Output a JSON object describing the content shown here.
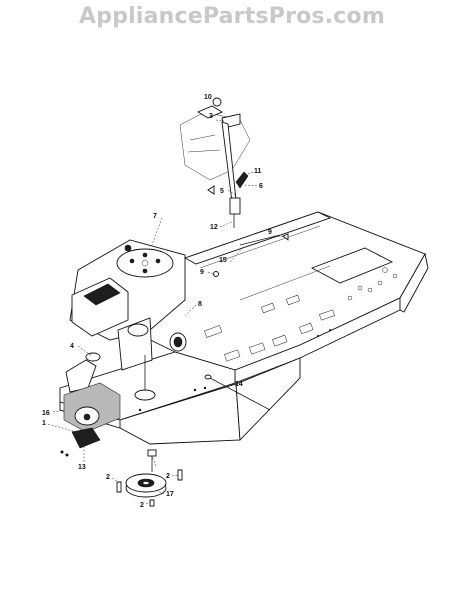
{
  "watermark": "AppliancePartsPros.com",
  "callouts": [
    "10",
    "3",
    "11",
    "6",
    "5",
    "12",
    "7",
    "9",
    "15",
    "9",
    "8",
    "4",
    "14",
    "16",
    "1",
    "13",
    "2",
    "17",
    "2",
    "2"
  ]
}
